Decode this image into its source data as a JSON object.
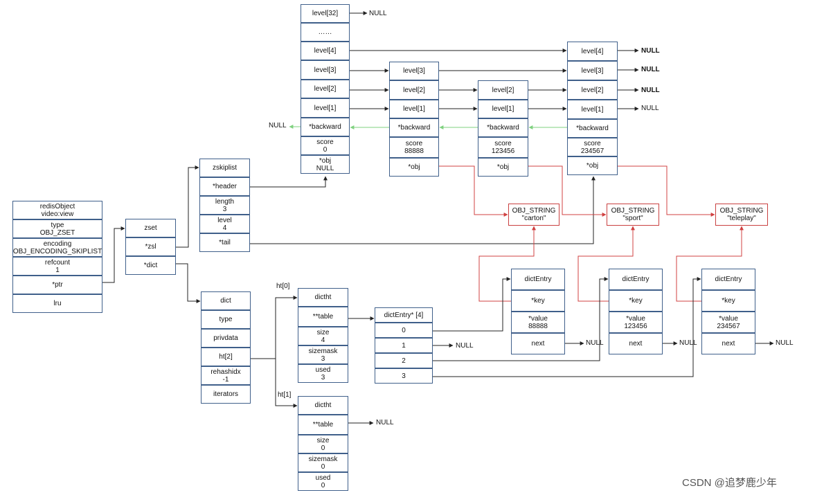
{
  "boxes": {
    "redis_object": {
      "title": [
        "redisObject",
        "video:view"
      ],
      "type": [
        "type",
        "OBJ_ZSET"
      ],
      "encoding": [
        "encoding",
        "OBJ_ENCODING_SKIPLIST"
      ],
      "refcount": [
        "refcount",
        "1"
      ],
      "ptr": [
        "*ptr"
      ],
      "lru": [
        "lru"
      ]
    },
    "zset": {
      "title": [
        "zset"
      ],
      "zsl": [
        "*zsl"
      ],
      "dict": [
        "*dict"
      ]
    },
    "zskiplist": {
      "title": [
        "zskiplist"
      ],
      "header": [
        "*header"
      ],
      "length": [
        "length",
        "3"
      ],
      "level": [
        "level",
        "4"
      ],
      "tail": [
        "*tail"
      ]
    },
    "dict": {
      "title": [
        "dict"
      ],
      "type": [
        "type"
      ],
      "privdata": [
        "privdata"
      ],
      "ht": [
        "ht[2]"
      ],
      "rehashidx": [
        "rehashidx",
        "-1"
      ],
      "iterators": [
        "iterators"
      ]
    },
    "header_node": {
      "l32": [
        "level[32]"
      ],
      "dots": [
        "……"
      ],
      "l4": [
        "level[4]"
      ],
      "l3": [
        "level[3]"
      ],
      "l2": [
        "level[2]"
      ],
      "l1": [
        "level[1]"
      ],
      "backward": [
        "*backward"
      ],
      "score": [
        "score",
        "0"
      ],
      "obj": [
        "*obj",
        "NULL"
      ]
    },
    "node_a": {
      "l3": [
        "level[3]"
      ],
      "l2": [
        "level[2]"
      ],
      "l1": [
        "level[1]"
      ],
      "backward": [
        "*backward"
      ],
      "score": [
        "score",
        "88888"
      ],
      "obj": [
        "*obj"
      ]
    },
    "node_b": {
      "l2": [
        "level[2]"
      ],
      "l1": [
        "level[1]"
      ],
      "backward": [
        "*backward"
      ],
      "score": [
        "score",
        "123456"
      ],
      "obj": [
        "*obj"
      ]
    },
    "node_c": {
      "l4": [
        "level[4]"
      ],
      "l3": [
        "level[3]"
      ],
      "l2": [
        "level[2]"
      ],
      "l1": [
        "level[1]"
      ],
      "backward": [
        "*backward"
      ],
      "score": [
        "score",
        "234567"
      ],
      "obj": [
        "*obj"
      ]
    },
    "obj_carton": {
      "text": [
        "OBJ_STRING",
        "\"carton\""
      ]
    },
    "obj_sport": {
      "text": [
        "OBJ_STRING",
        "\"sport\""
      ]
    },
    "obj_teleplay": {
      "text": [
        "OBJ_STRING",
        "\"teleplay\""
      ]
    },
    "dictht0": {
      "title": [
        "dictht"
      ],
      "table": [
        "**table"
      ],
      "size": [
        "size",
        "4"
      ],
      "sizemask": [
        "sizemask",
        "3"
      ],
      "used": [
        "used",
        "3"
      ]
    },
    "dictht1": {
      "title": [
        "dictht"
      ],
      "table": [
        "**table"
      ],
      "size": [
        "size",
        "0"
      ],
      "sizemask": [
        "sizemask",
        "0"
      ],
      "used": [
        "used",
        "0"
      ]
    },
    "table_array": {
      "title": [
        "dictEntry* [4]"
      ],
      "i0": [
        "0"
      ],
      "i1": [
        "1"
      ],
      "i2": [
        "2"
      ],
      "i3": [
        "3"
      ]
    },
    "entry_a": {
      "title": [
        "dictEntry"
      ],
      "key": [
        "*key"
      ],
      "value": [
        "*value",
        "88888"
      ],
      "next": [
        "next"
      ]
    },
    "entry_b": {
      "title": [
        "dictEntry"
      ],
      "key": [
        "*key"
      ],
      "value": [
        "*value",
        "123456"
      ],
      "next": [
        "next"
      ]
    },
    "entry_c": {
      "title": [
        "dictEntry"
      ],
      "key": [
        "*key"
      ],
      "value": [
        "*value",
        "234567"
      ],
      "next": [
        "next"
      ]
    }
  },
  "labels": {
    "null": "NULL",
    "ht0": "ht[0]",
    "ht1": "ht[1]"
  },
  "watermark": "CSDN @追梦鹿少年",
  "colors": {
    "box_border": "#3f5f8a",
    "obj_border": "#c94040",
    "backward_arrow": "#7fd17f",
    "obj_arrow": "#d04040"
  }
}
